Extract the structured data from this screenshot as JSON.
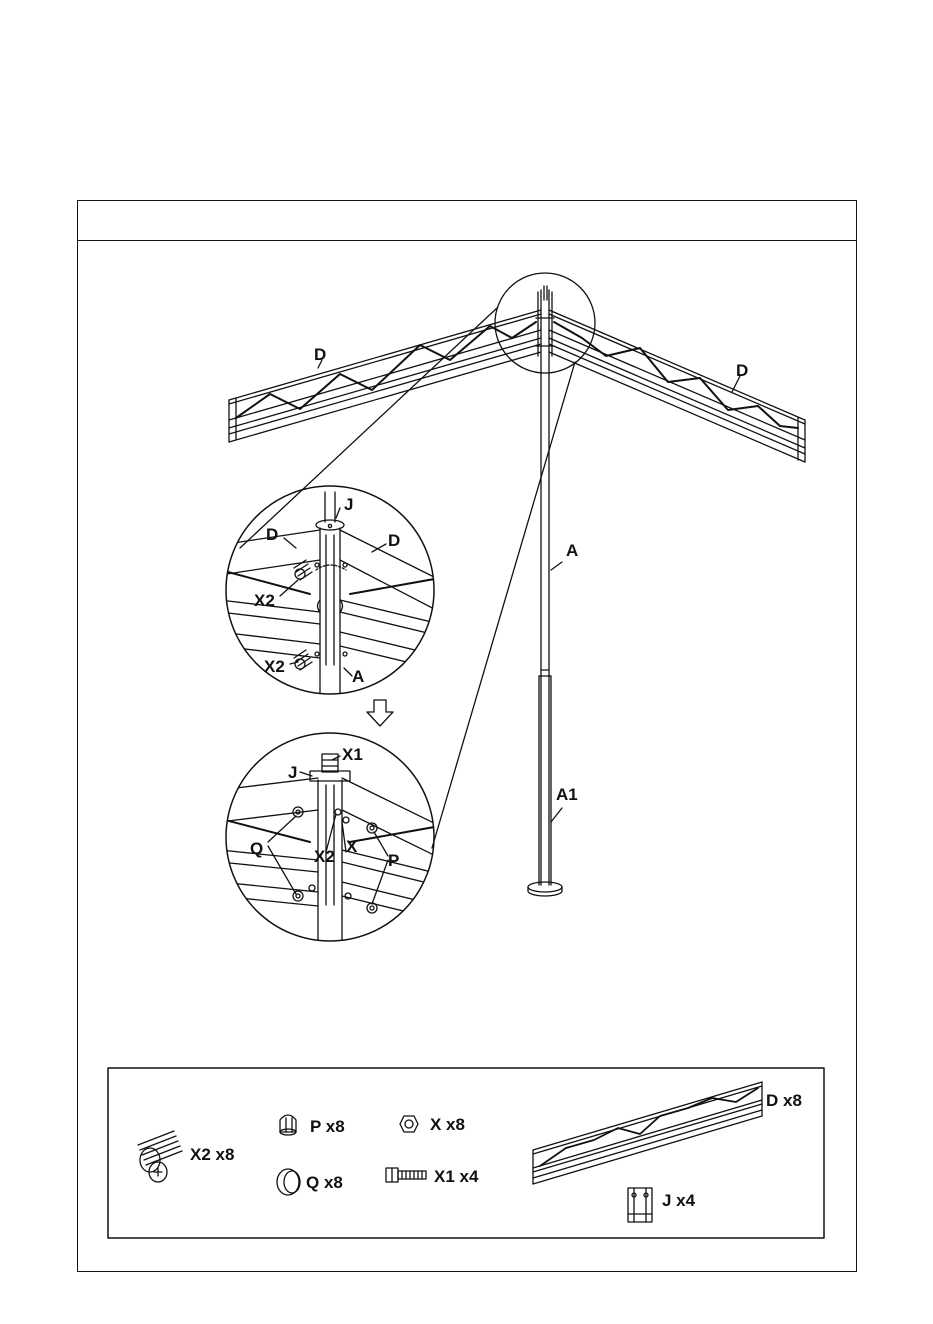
{
  "header": {
    "title": ""
  },
  "labels": {
    "D": "D",
    "A": "A",
    "A1": "A1",
    "J": "J",
    "X1": "X1",
    "X2": "X2",
    "X": "X",
    "P": "P",
    "Q": "Q"
  },
  "parts": [
    {
      "label": "X2 x8",
      "icon": "bolt-with-washer-icon"
    },
    {
      "label": "P x8",
      "icon": "cap-nut-icon"
    },
    {
      "label": "X x8",
      "icon": "hex-nut-icon"
    },
    {
      "label": "Q x8",
      "icon": "washer-cap-icon"
    },
    {
      "label": "X1 x4",
      "icon": "hex-bolt-icon"
    },
    {
      "label": "D x8",
      "icon": "truss-beam-icon"
    },
    {
      "label": "J x4",
      "icon": "u-bracket-icon"
    }
  ]
}
